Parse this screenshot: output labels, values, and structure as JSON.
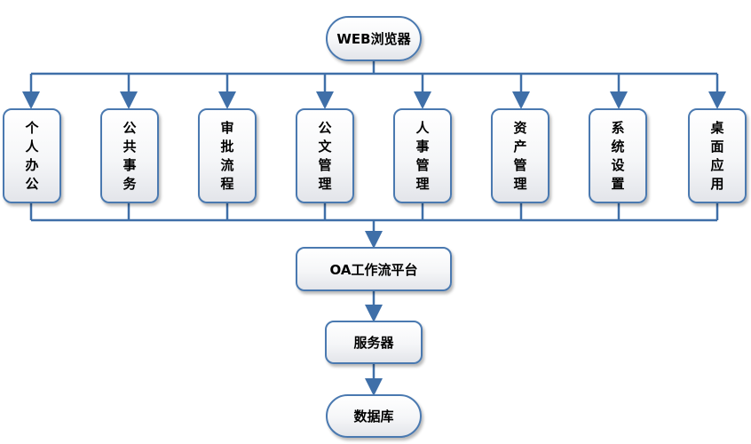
{
  "diagram": {
    "top_node": "WEB浏览器",
    "modules": [
      "个人办公",
      "公共事务",
      "审批流程",
      "公文管理",
      "人事管理",
      "资产管理",
      "系统设置",
      "桌面应用"
    ],
    "platform": "OA工作流平台",
    "server": "服务器",
    "database": "数据库",
    "colors": {
      "line": "#3f6fa8",
      "border": "#4a79b0",
      "fill_top": "#ffffff",
      "fill_bottom": "#e3e5ea"
    }
  }
}
